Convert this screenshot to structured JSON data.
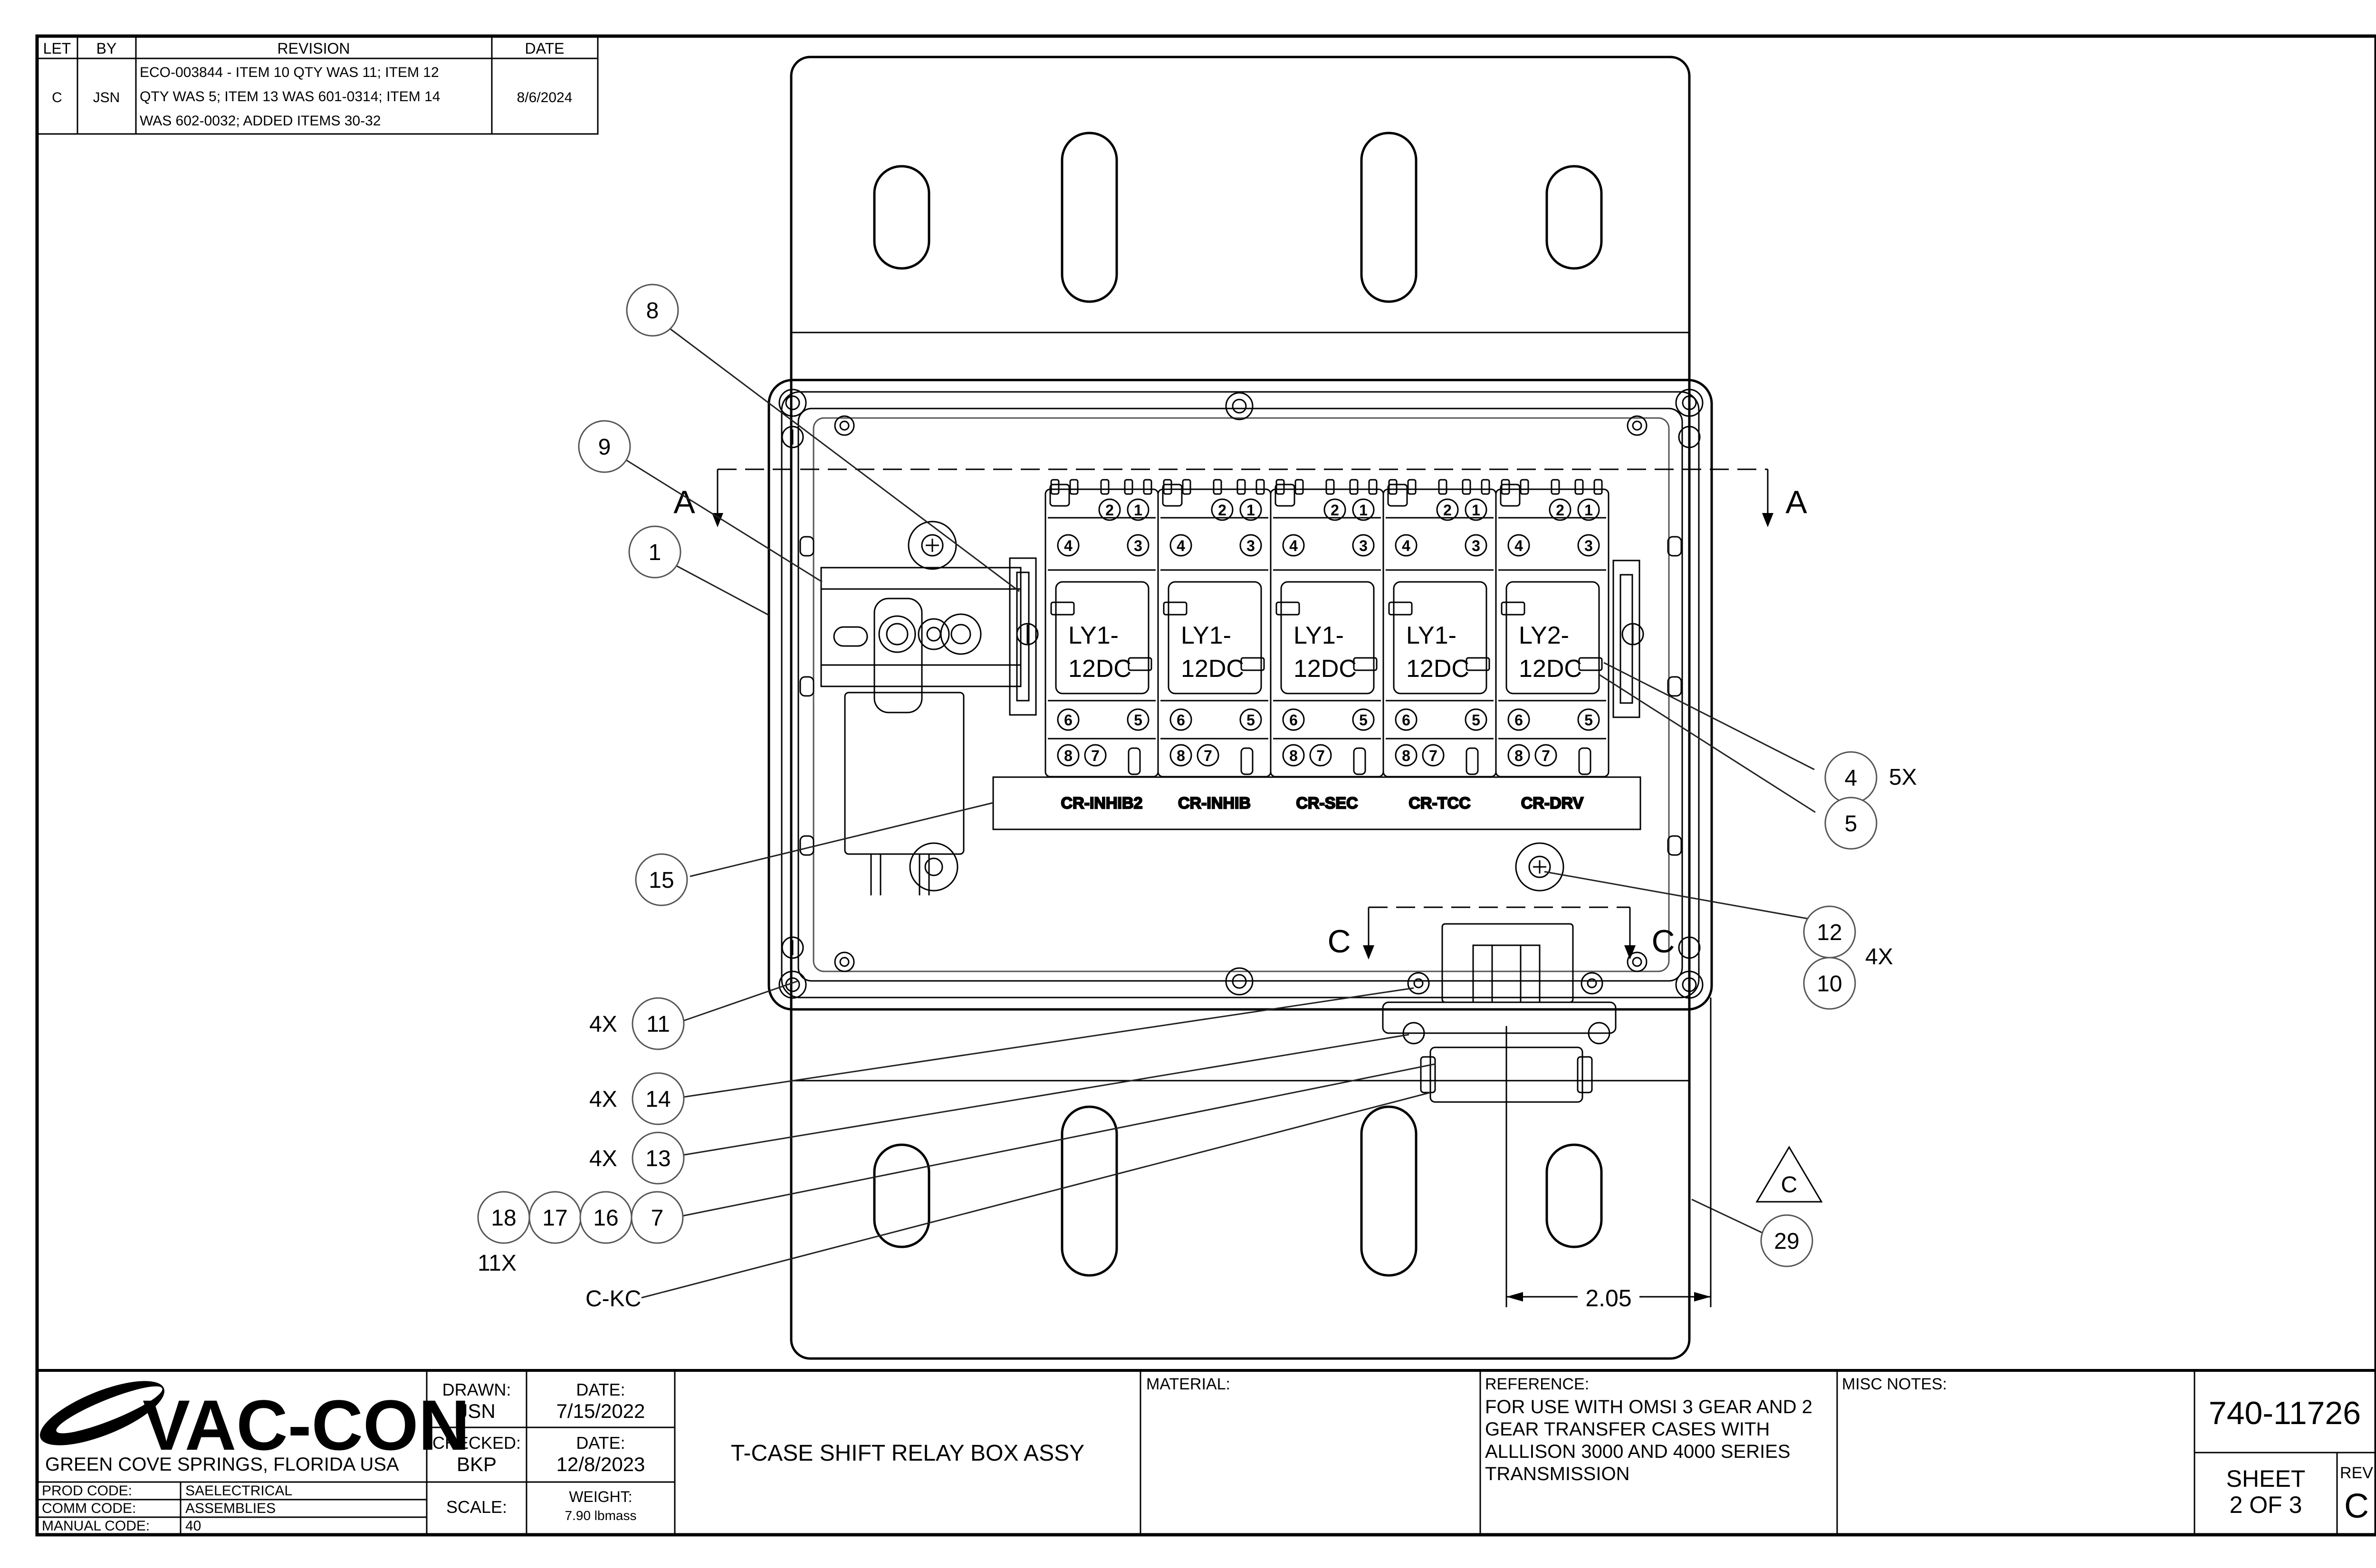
{
  "revision_table": {
    "headers": [
      "LET",
      "BY",
      "REVISION",
      "DATE"
    ],
    "row": {
      "let": "C",
      "by": "JSN",
      "revision_lines": [
        "ECO-003844 - ITEM 10 QTY WAS 11; ITEM 12",
        "QTY WAS 5; ITEM 13 WAS 601-0314; ITEM 14",
        "WAS 602-0032;   ADDED ITEMS 30-32"
      ],
      "date": "8/6/2024"
    }
  },
  "relays": [
    {
      "model_line1": "LY1-",
      "model_line2": "12DC",
      "label": "CR-INHIB2"
    },
    {
      "model_line1": "LY1-",
      "model_line2": "12DC",
      "label": "CR-INHIB"
    },
    {
      "model_line1": "LY1-",
      "model_line2": "12DC",
      "label": "CR-SEC"
    },
    {
      "model_line1": "LY1-",
      "model_line2": "12DC",
      "label": "CR-TCC"
    },
    {
      "model_line1": "LY2-",
      "model_line2": "12DC",
      "label": "CR-DRV"
    }
  ],
  "relay_terminal_numbers": {
    "top": [
      "2",
      "1"
    ],
    "upper": [
      "4",
      "3"
    ],
    "lower": [
      "6",
      "5"
    ],
    "bottom": [
      "8",
      "7"
    ]
  },
  "section_marks": {
    "a_left": "A",
    "a_right": "A",
    "c_left": "C",
    "c_right": "C"
  },
  "balloons": {
    "b8": "8",
    "b9": "9",
    "b1": "1",
    "b15": "15",
    "b4": "4",
    "b5": "5",
    "b12": "12",
    "b10": "10",
    "b11": "11",
    "b14": "14",
    "b13": "13",
    "b18": "18",
    "b17": "17",
    "b16": "16",
    "b7": "7",
    "b29": "29"
  },
  "qty_notes": {
    "q4": "5X",
    "q12_10": "4X",
    "q11": "4X",
    "q14": "4X",
    "q13": "4X",
    "q18": "11X"
  },
  "connector_callout": "C-KC",
  "revision_triangle": "C",
  "dimension": "2.05",
  "title_block": {
    "company": "VAC-CON",
    "location": "GREEN COVE SPRINGS, FLORIDA USA",
    "prod_code_label": "PROD CODE:",
    "prod_code": "SAELECTRICAL",
    "comm_code_label": "COMM CODE:",
    "comm_code": "ASSEMBLIES",
    "manual_code_label": "MANUAL CODE:",
    "manual_code": "40",
    "drawn_label": "DRAWN:",
    "drawn": "JSN",
    "drawn_date_label": "DATE:",
    "drawn_date": "7/15/2022",
    "checked_label": "CHECKED:",
    "checked": "BKP",
    "checked_date_label": "DATE:",
    "checked_date": "12/8/2023",
    "scale_label": "SCALE:",
    "weight_label": "WEIGHT:",
    "weight": "7.90 lbmass",
    "title": "T-CASE SHIFT RELAY BOX ASSY",
    "material_label": "MATERIAL:",
    "reference_label": "REFERENCE:",
    "reference_lines": [
      "FOR USE WITH OMSI 3 GEAR AND 2",
      "GEAR TRANSFER CASES WITH",
      "ALLLISON 3000 AND 4000 SERIES",
      "TRANSMISSION"
    ],
    "misc_label": "MISC NOTES:",
    "part_number": "740-11726",
    "sheet_label": "SHEET",
    "sheet": "2  OF 3",
    "rev_label": "REV",
    "rev": "C"
  }
}
